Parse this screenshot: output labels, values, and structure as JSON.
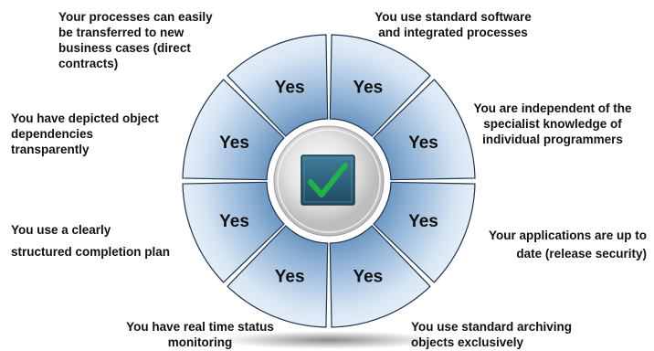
{
  "segments": [
    {
      "id": "top-left",
      "label": "Yes"
    },
    {
      "id": "top-right",
      "label": "Yes"
    },
    {
      "id": "right-upper",
      "label": "Yes"
    },
    {
      "id": "right-lower",
      "label": "Yes"
    },
    {
      "id": "bottom-right",
      "label": "Yes"
    },
    {
      "id": "bottom-left",
      "label": "Yes"
    },
    {
      "id": "left-lower",
      "label": "Yes"
    },
    {
      "id": "left-upper",
      "label": "Yes"
    }
  ],
  "center": {
    "icon": "checkmark-icon",
    "check_color": "#1a9e3a",
    "box_color": "#2c5f7a"
  },
  "notes": {
    "top_left": [
      "Your processes can easily",
      "be transferred to new",
      "business cases (direct",
      "contracts)"
    ],
    "top_right": [
      "You use standard software",
      "and integrated processes"
    ],
    "right_upper": [
      "You are independent of the",
      "specialist knowledge of",
      "individual programmers"
    ],
    "left_upper": [
      "You have depicted object",
      "dependencies",
      "transparently"
    ],
    "left_lower": [
      "You use a clearly",
      "structured completion plan"
    ],
    "right_lower": [
      "Your applications are up to",
      "date (release security)"
    ],
    "bottom_left": [
      "You have real time status",
      "monitoring"
    ],
    "bottom_right": [
      "You use standard archiving",
      "objects exclusively"
    ]
  },
  "colors": {
    "segment_light": "#dbe8f6",
    "segment_dark": "#5f8ab8",
    "segment_stroke": "#1f3550",
    "hub_fill": "#e6e6e6"
  }
}
